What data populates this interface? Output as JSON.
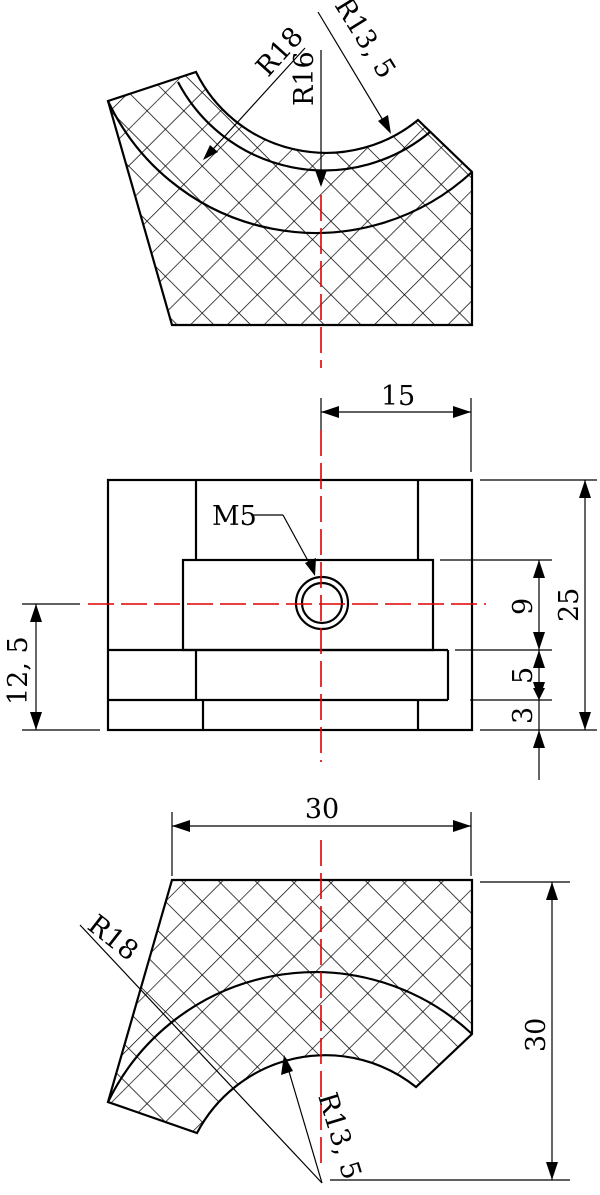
{
  "top_view": {
    "labels": {
      "outer_radius": "R18",
      "mid_radius": "R16",
      "inner_radius": "R13, 5"
    }
  },
  "front_view": {
    "labels": {
      "width_half": "15",
      "thread": "M5",
      "height_total": "25",
      "pocket_height": "9",
      "step_height": "5",
      "base_height": "3",
      "center_height": "12, 5"
    }
  },
  "bottom_view": {
    "labels": {
      "width": "30",
      "height": "30",
      "outer_radius": "R18",
      "inner_radius": "R13, 5"
    }
  },
  "colors": {
    "outline": "#000000",
    "centerline": "#e00000"
  }
}
